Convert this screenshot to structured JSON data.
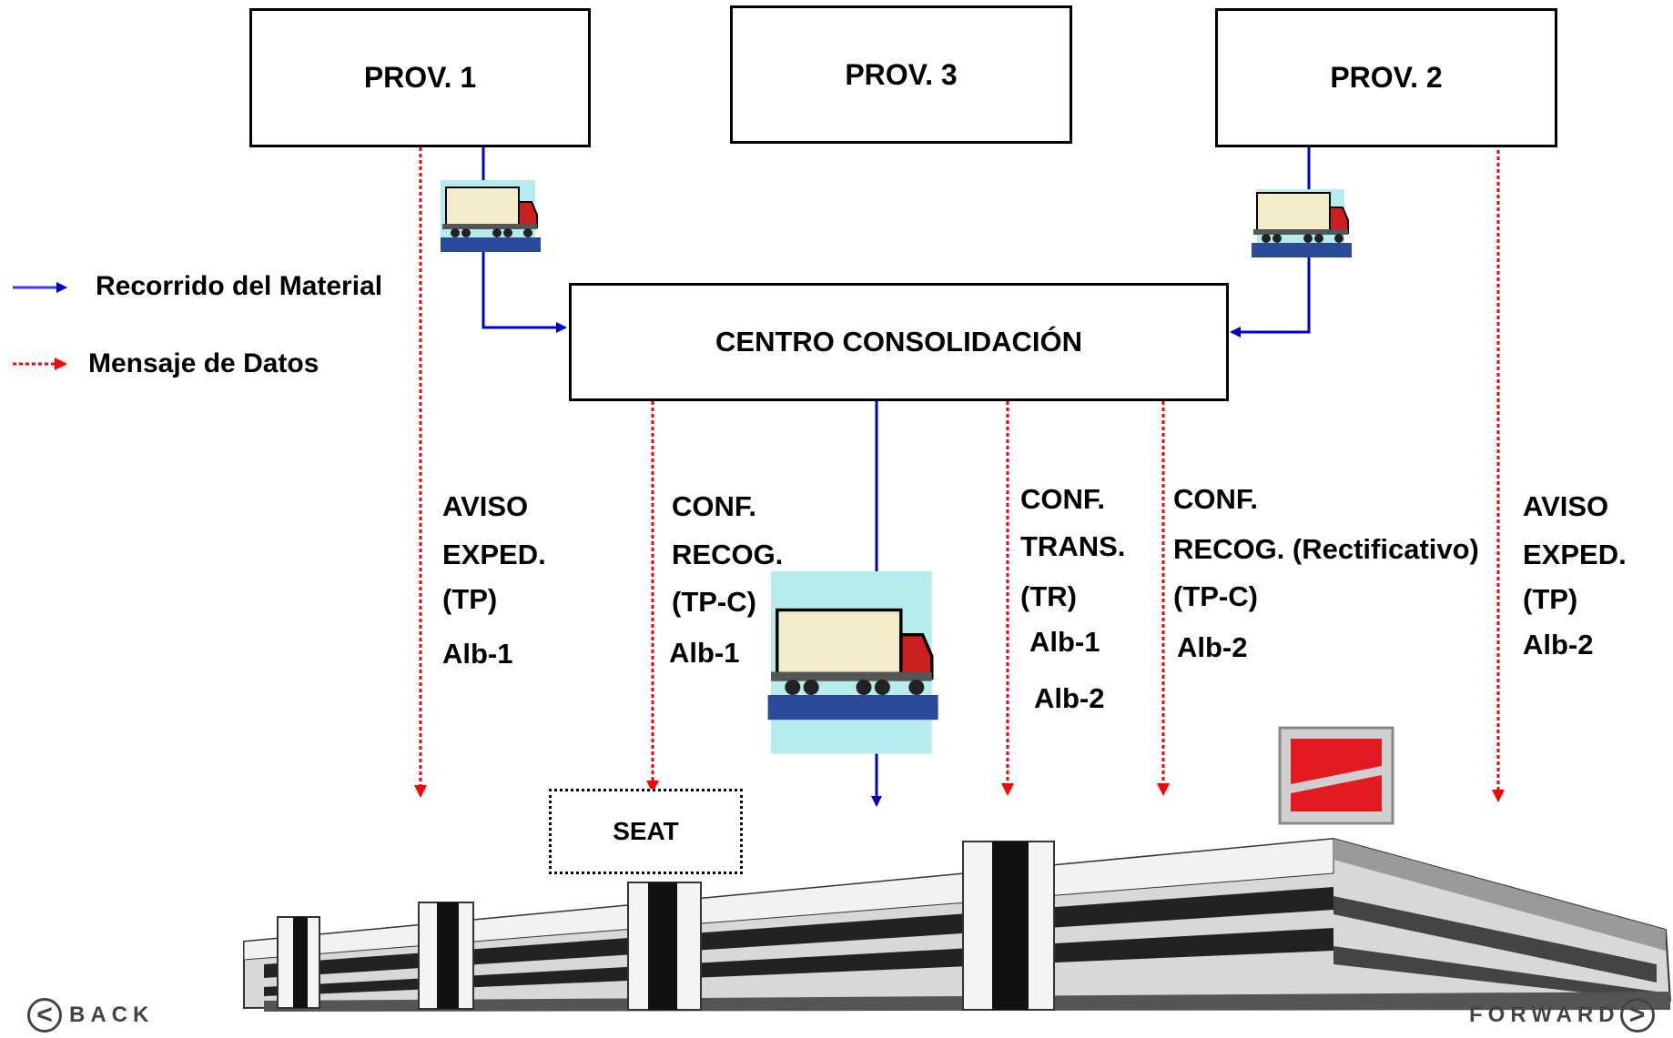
{
  "boxes": {
    "prov1": "PROV. 1",
    "prov3": "PROV. 3",
    "prov2": "PROV. 2",
    "centro": "CENTRO CONSOLIDACIÓN",
    "seat": "SEAT"
  },
  "legend": {
    "material": "Recorrido del Material",
    "datos": "Mensaje de Datos",
    "material_color": "#3a3aff",
    "datos_color": "#ff0000"
  },
  "messages": {
    "aviso1": {
      "l1": "AVISO",
      "l2": "EXPED.",
      "l3": "(TP)",
      "l4": "Alb-1"
    },
    "conf_recog1": {
      "l1": "CONF.",
      "l2": "RECOG.",
      "l3": "(TP-C)",
      "l4": "Alb-1"
    },
    "conf_trans": {
      "l1": "CONF.",
      "l2": "TRANS.",
      "l3": "(TR)",
      "l4": "Alb-1",
      "l5": "Alb-2"
    },
    "conf_recog2": {
      "l1": "CONF.",
      "l2": "RECOG. (Rectificativo)",
      "l3": "(TP-C)",
      "l4": "Alb-2"
    },
    "aviso2": {
      "l1": "AVISO",
      "l2": "EXPED.",
      "l3": "(TP)",
      "l4": "Alb-2"
    }
  },
  "nav": {
    "back": "BACK",
    "forward": "FORWARD",
    "back_icon": "chevron-left-icon",
    "forward_icon": "chevron-right-icon"
  },
  "icons": [
    "truck-icon",
    "seat-logo-icon",
    "factory-building-icon"
  ]
}
